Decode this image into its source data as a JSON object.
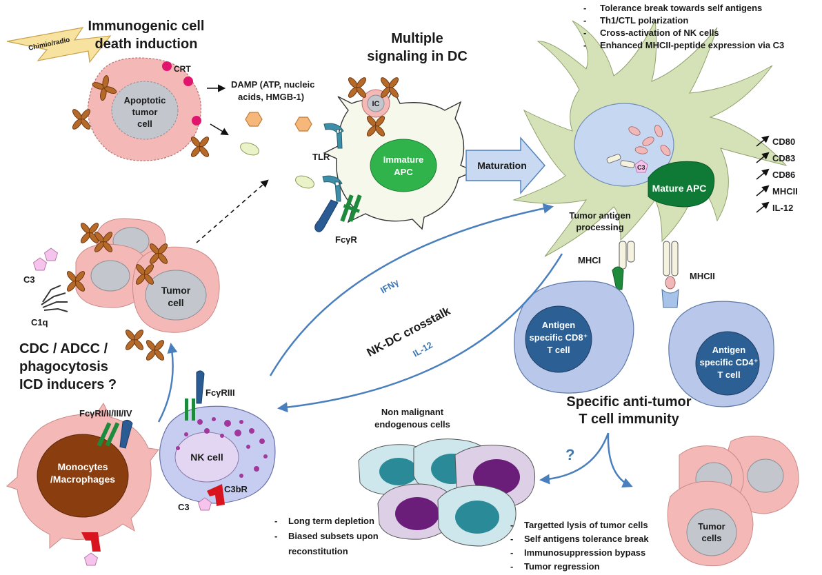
{
  "colors": {
    "tumor_fill": "#f4b8b6",
    "tumor_stroke": "#d98a88",
    "nucleus": "#c3c7cd",
    "apc_body": "#d5e2b8",
    "apc_nucleus": "#2fb34a",
    "t_cell_body": "#b9c8ea",
    "t_cell_nucleus": "#2c5f93",
    "nk_body": "#c6cdf0",
    "granule": "#a2379b",
    "macrophage_body": "#f4b8b6",
    "macrophage_nucleus": "#8a3e0f",
    "antibody": "#c46a2a",
    "arrow_blue": "#4a7fbd",
    "text_blue": "#3f78b5",
    "crt": "#e0156d"
  },
  "labels": {
    "icd_title_1": "Immunogenic cell",
    "icd_title_2": "death induction",
    "chimio": "Chimio/radio",
    "apoptotic_1": "Apoptotic",
    "apoptotic_2": "tumor",
    "apoptotic_3": "cell",
    "crt": "CRT",
    "damp_1": "DAMP (ATP, nucleic",
    "damp_2": "acids, HMGB-1)",
    "multiple_1": "Multiple",
    "multiple_2": "signaling in DC",
    "ic": "IC",
    "tlr": "TLR",
    "immature_1": "Immature",
    "immature_2": "APC",
    "fcgr": "FcγR",
    "maturation": "Maturation",
    "c3_inner": "C3",
    "mature_apc": "Mature APC",
    "processing_1": "Tumor antigen",
    "processing_2": "processing",
    "mhci": "MHCI",
    "mhcii": "MHCII",
    "cd8_1": "Antigen",
    "cd8_2": "specific CD8⁺",
    "cd8_3": "T cell",
    "cd4_1": "Antigen",
    "cd4_2": "specific CD4⁺",
    "cd4_3": "T cell",
    "specific_1": "Specific anti-tumor",
    "specific_2": "T cell immunity",
    "nk_crosstalk": "NK-DC crosstalk",
    "ifng": "IFNγ",
    "il12_arrow": "IL-12",
    "tumor_cell_1": "Tumor",
    "tumor_cell_2": "cell",
    "c3_left": "C3",
    "c1q": "C1q",
    "cdc_1": "CDC / ADCC /",
    "cdc_2": "phagocytosis",
    "cdc_3": "ICD inducers ?",
    "fcgr_1234": "FcγRI/II/III/IV",
    "fcgriii": "FcγRIII",
    "mono_1": "Monocytes",
    "mono_2": "/Macrophages",
    "nk_cell": "NK cell",
    "c3br": "C3bR",
    "c3_bottom": "C3",
    "non_malignant_1": "Non malignant",
    "non_malignant_2": "endogenous cells",
    "question": "?",
    "tumor_cells_1": "Tumor",
    "tumor_cells_2": "cells"
  },
  "top_outcomes": [
    "Tolerance break towards self antigens",
    "Th1/CTL polarization",
    "Cross-activation of NK cells",
    "Enhanced MHCII-peptide expression via C3"
  ],
  "markers": [
    "CD80",
    "CD83",
    "CD86",
    "MHCII",
    "IL-12"
  ],
  "depletion_effects": [
    "Long term depletion",
    "Biased subsets upon",
    "reconstitution"
  ],
  "tumor_effects": [
    "Targetted lysis of tumor cells",
    "Self antigens tolerance break",
    "Immunosuppression bypass",
    "Tumor regression"
  ]
}
